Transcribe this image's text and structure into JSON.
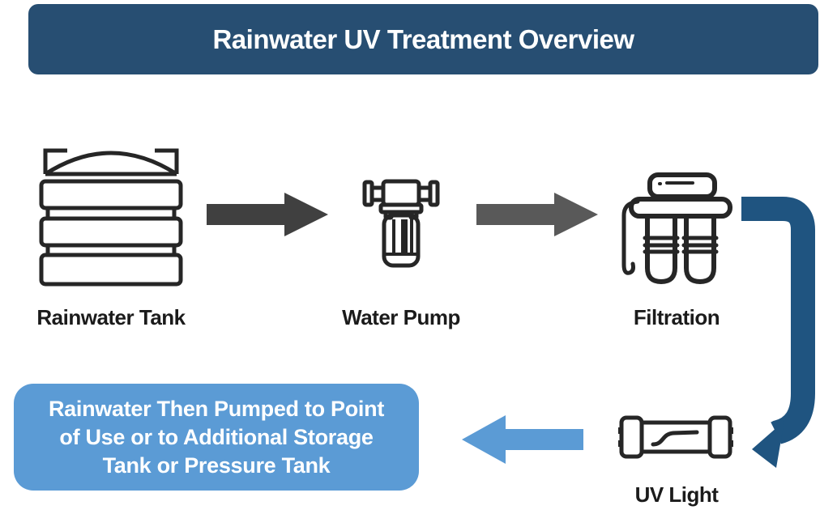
{
  "header": {
    "title": "Rainwater UV Treatment Overview"
  },
  "nodes": {
    "tank": {
      "label": "Rainwater Tank",
      "icon": "water-tank-icon"
    },
    "pump": {
      "label": "Water Pump",
      "icon": "water-pump-icon"
    },
    "filtration": {
      "label": "Filtration",
      "icon": "filter-system-icon"
    },
    "uv": {
      "label": "UV Light",
      "icon": "uv-lamp-icon"
    }
  },
  "result_box": {
    "lines": [
      "Rainwater Then Pumped to Point",
      "of Use or to Additional Storage",
      "Tank or Pressure Tank"
    ]
  },
  "flow": [
    "tank -> pump",
    "pump -> filtration",
    "filtration -> uv",
    "uv -> result_box"
  ],
  "colors": {
    "header-bg": "#274E72",
    "accent-blue": "#5B9BD5",
    "elbow-arrow": "#1F5480",
    "arrow-dark-gray": "#404040",
    "arrow-gray": "#595959",
    "icon-stroke": "#262626"
  }
}
